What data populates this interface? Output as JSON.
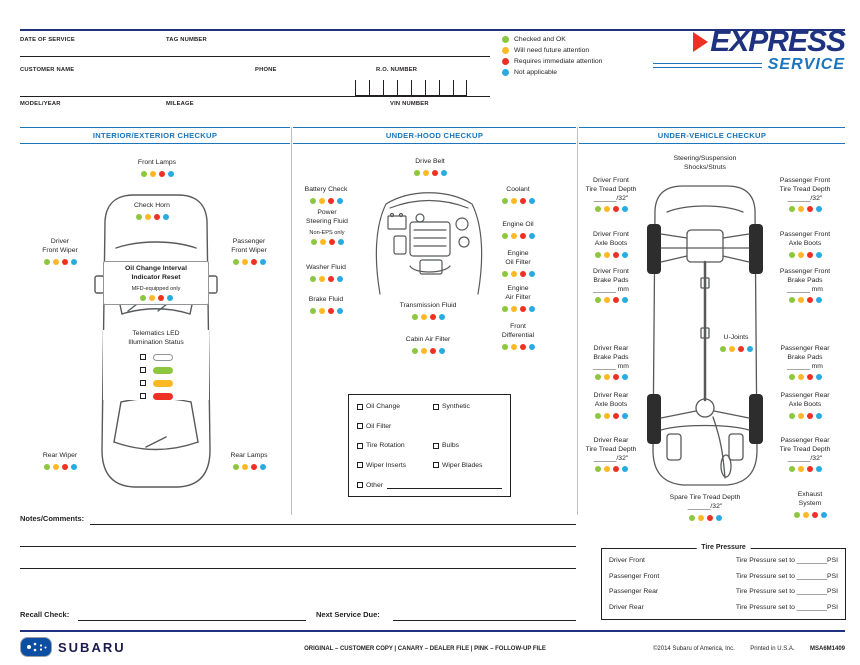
{
  "colors": {
    "navy": "#1e3280",
    "blue": "#1b75bc",
    "green": "#8dc63f",
    "yellow": "#fdb826",
    "red": "#ee3124",
    "cyan": "#29abe2",
    "dot_order": [
      "green",
      "yellow",
      "red",
      "cyan"
    ]
  },
  "header": {
    "date_of_service": "DATE OF SERVICE",
    "tag_number": "TAG NUMBER",
    "customer_name": "CUSTOMER NAME",
    "phone": "PHONE",
    "ro_number": "R.O. NUMBER",
    "model_year": "MODEL/YEAR",
    "mileage": "MILEAGE",
    "vin_number": "VIN NUMBER"
  },
  "legend": [
    {
      "label": "Checked and OK"
    },
    {
      "label": "Will need future attention"
    },
    {
      "label": "Requires immediate attention"
    },
    {
      "label": "Not applicable"
    }
  ],
  "logo": {
    "express": "EXPRESS",
    "service": "SERVICE"
  },
  "interior": {
    "title": "INTERIOR/EXTERIOR CHECKUP",
    "front_lamps": "Front Lamps",
    "check_horn": "Check Horn",
    "driver_front_wiper": "Driver\nFront Wiper",
    "passenger_front_wiper": "Passenger\nFront Wiper",
    "oil_change_reset": "Oil Change Interval\nIndicator Reset",
    "mfd_note": "MFD-equipped only",
    "telematics": "Telematics LED\nIllumination Status",
    "rear_wiper": "Rear Wiper",
    "rear_lamps": "Rear Lamps"
  },
  "under_hood": {
    "title": "UNDER-HOOD CHECKUP",
    "drive_belt": "Drive Belt",
    "battery_check": "Battery Check",
    "coolant": "Coolant",
    "power_steering": "Power\nSteering Fluid",
    "non_eps": "Non-EPS only",
    "engine_oil": "Engine Oil",
    "washer_fluid": "Washer Fluid",
    "engine_oil_filter": "Engine\nOil Filter",
    "brake_fluid": "Brake Fluid",
    "engine_air_filter": "Engine\nAir Filter",
    "transmission_fluid": "Transmission Fluid",
    "front_differential": "Front\nDifferential",
    "cabin_air_filter": "Cabin Air Filter",
    "services": {
      "oil_change": "Oil Change",
      "synthetic": "Synthetic",
      "oil_filter": "Oil Filter",
      "tire_rotation": "Tire Rotation",
      "bulbs": "Bulbs",
      "wiper_inserts": "Wiper Inserts",
      "wiper_blades": "Wiper Blades",
      "other": "Other"
    }
  },
  "under_vehicle": {
    "title": "UNDER-VEHICLE CHECKUP",
    "steering_suspension": "Steering/Suspension\nShocks/Struts",
    "u_joints": "U-Joints",
    "left_items": [
      "Driver Front\nTire Tread Depth\n______/32\"",
      "Driver Front\nAxle Boots",
      "Driver Front\nBrake Pads\n______ mm",
      "Driver Rear\nBrake Pads\n______ mm",
      "Driver Rear\nAxle Boots",
      "Driver Rear\nTire Tread Depth\n______/32\""
    ],
    "right_items": [
      "Passenger Front\nTire Tread Depth\n______/32\"",
      "Passenger Front\nAxle Boots",
      "Passenger Front\nBrake Pads\n______ mm",
      "Passenger Rear\nBrake Pads\n______ mm",
      "Passenger Rear\nAxle Boots",
      "Passenger Rear\nTire Tread Depth\n______/32\""
    ],
    "spare_tire": "Spare Tire Tread Depth\n______/32\"",
    "exhaust": "Exhaust\nSystem"
  },
  "tire_pressure": {
    "title": "Tire Pressure",
    "rows": [
      {
        "position": "Driver Front",
        "value": "Tire Pressure set to ________PSI"
      },
      {
        "position": "Passenger Front",
        "value": "Tire Pressure set to ________PSI"
      },
      {
        "position": "Passenger Rear",
        "value": "Tire Pressure set to ________PSI"
      },
      {
        "position": "Driver Rear",
        "value": "Tire Pressure set to ________PSI"
      }
    ]
  },
  "footer": {
    "notes_label": "Notes/Comments:",
    "recall_label": "Recall Check:",
    "next_service_label": "Next Service Due:",
    "brand": "SUBARU",
    "distribution": "ORIGINAL – CUSTOMER COPY   |   CANARY – DEALER FILE   |   PINK – FOLLOW-UP FILE",
    "copyright": "©2014 Subaru of America, Inc.",
    "printed": "Printed in U.S.A.",
    "form_number": "MSA6M1409"
  }
}
